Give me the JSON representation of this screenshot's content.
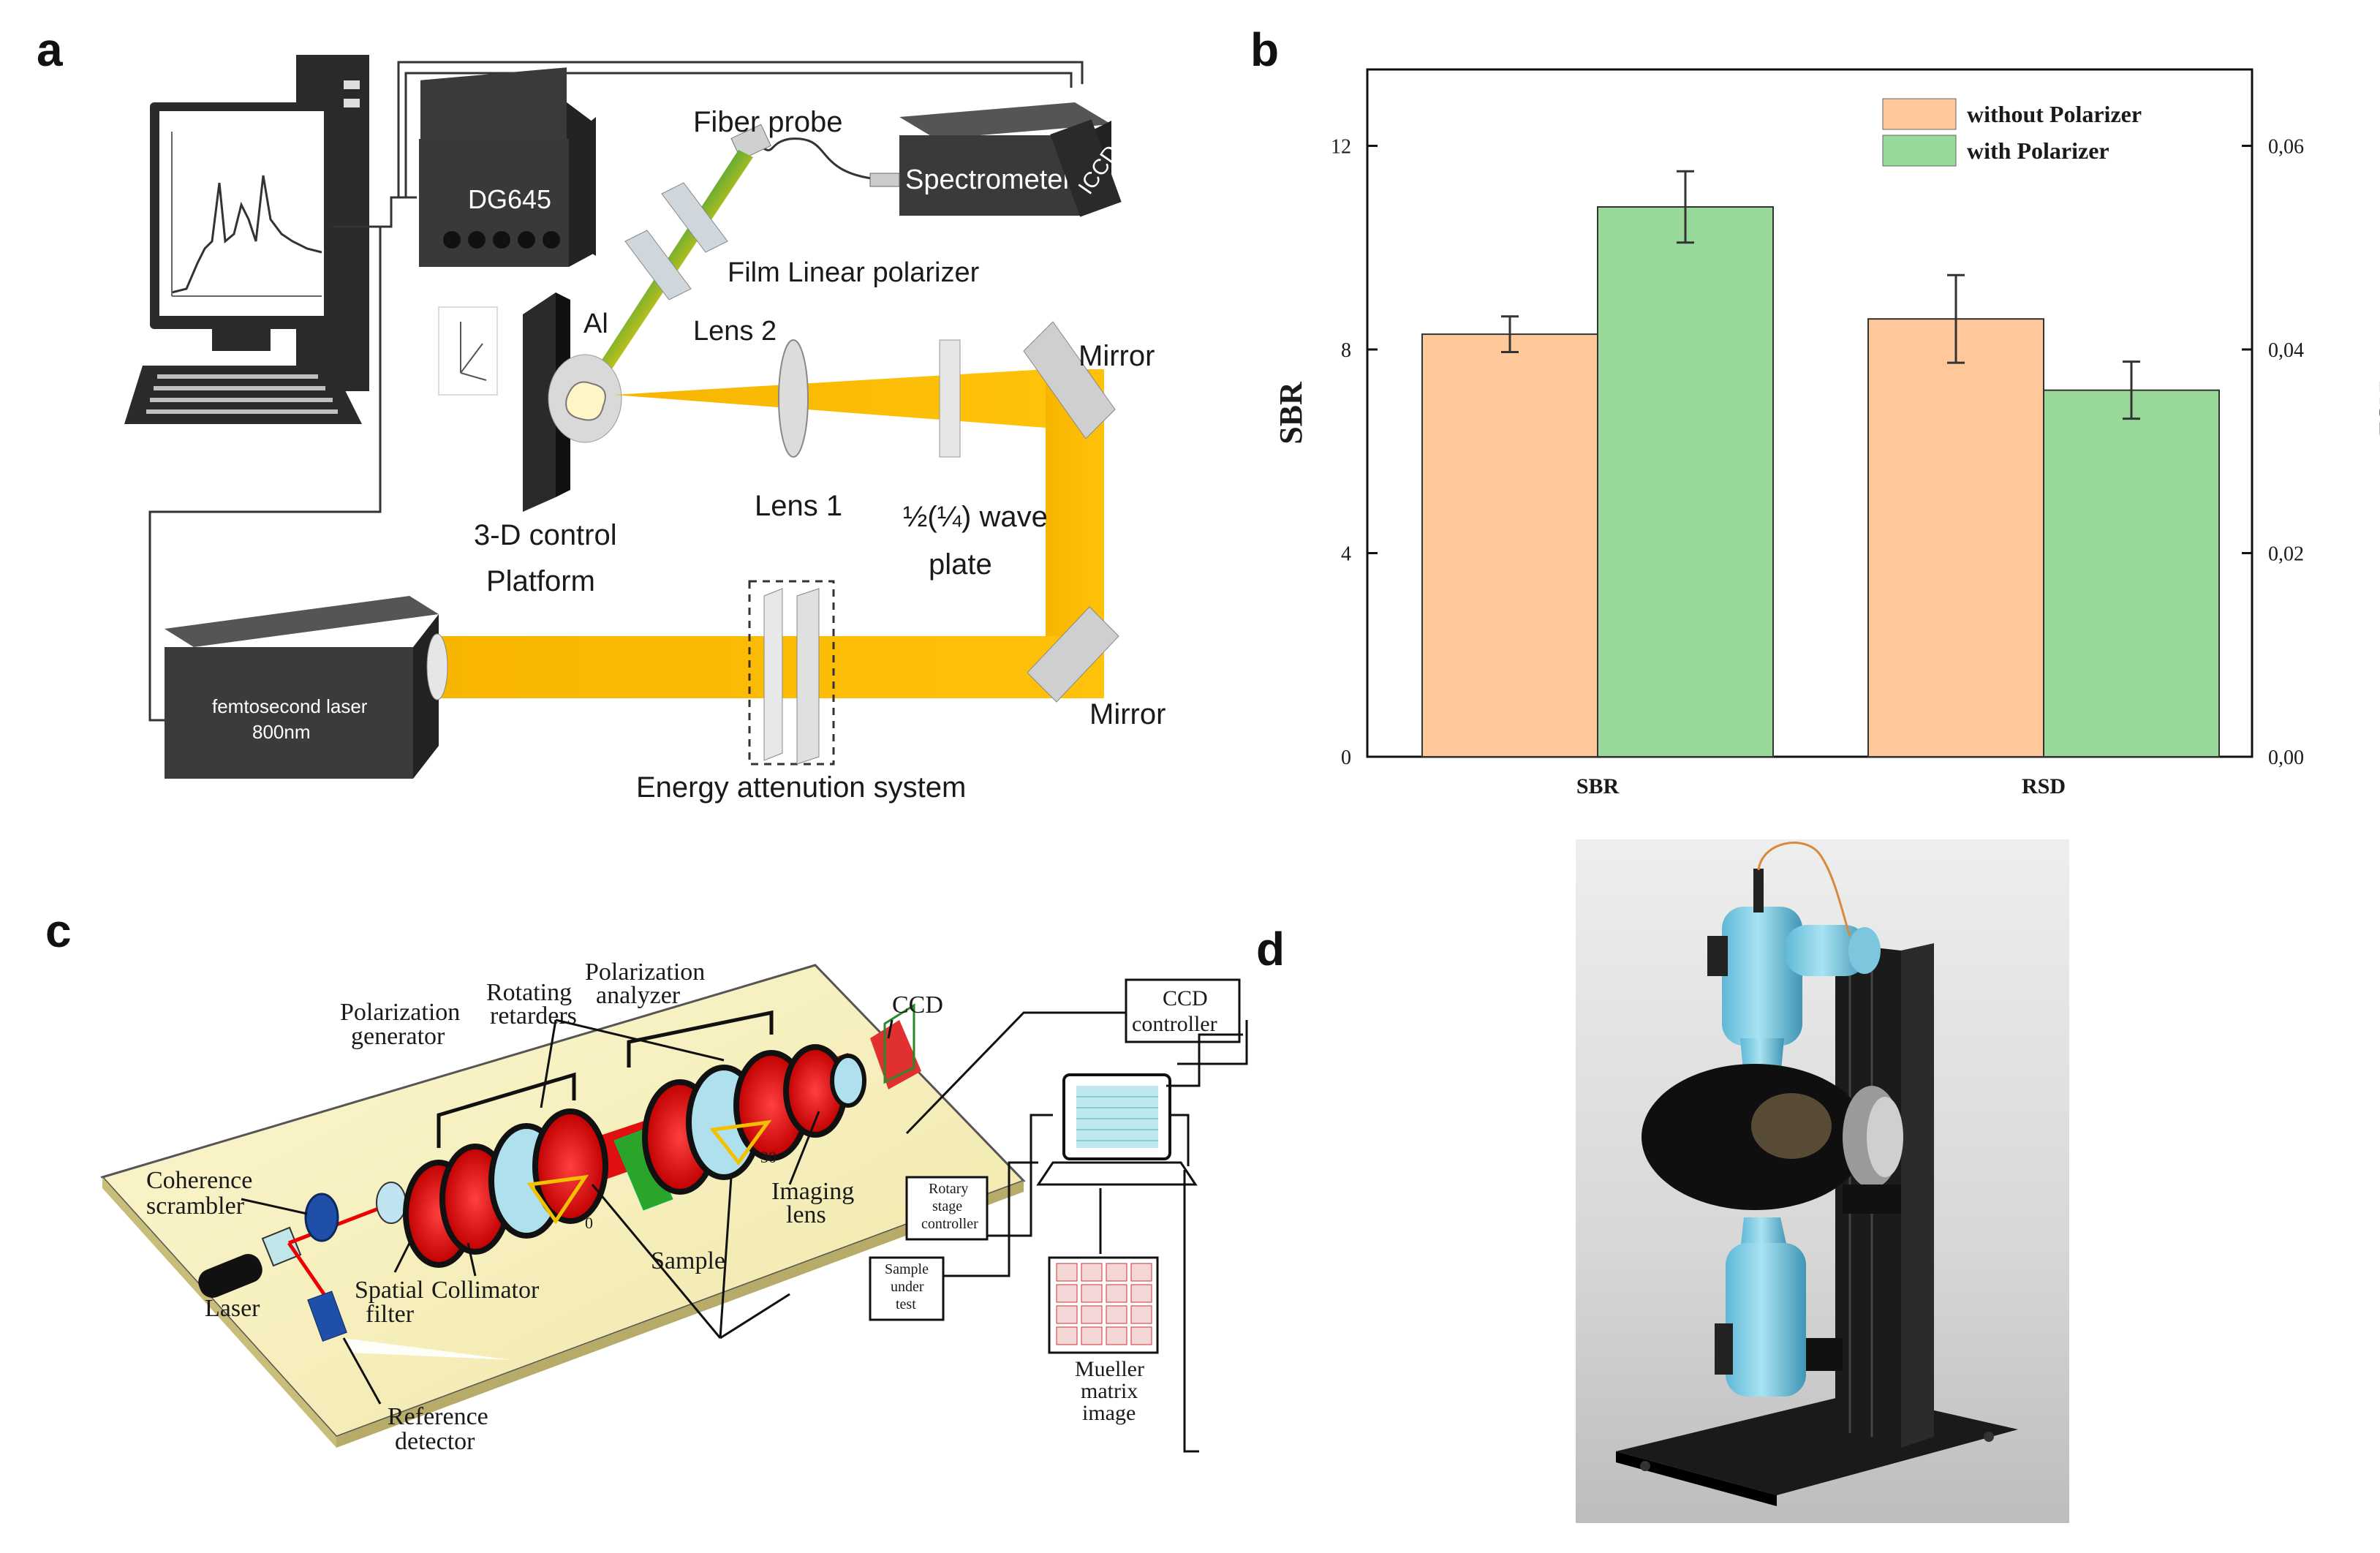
{
  "panels": {
    "a": {
      "letter": "a",
      "labels": {
        "fiber_probe": "Fiber probe",
        "dg645": "DG645",
        "spectrometer": "Spectrometer",
        "iccd": "ICCD",
        "film_polarizer": "Film Linear polarizer",
        "al": "Al",
        "lens2": "Lens 2",
        "mirror_top": "Mirror",
        "lens1": "Lens 1",
        "wave_plate_1": "½(¼) wave",
        "wave_plate_2": "plate",
        "platform_1": "3-D control",
        "platform_2": "Platform",
        "laser_1": "femtosecond laser",
        "laser_2": "800nm",
        "mirror_bottom": "Mirror",
        "energy": "Energy attenution system"
      },
      "colors": {
        "beam": "#F7B500",
        "box": "#3a3a3a",
        "box_dark": "#222222"
      }
    },
    "b": {
      "letter": "b",
      "ylabel_left": "SBR",
      "ylabel_right": "RSD",
      "legend": [
        "without Polarizer",
        "with Polarizer"
      ],
      "colors": {
        "without": "#FFC89A",
        "with": "#98D99A"
      }
    },
    "c": {
      "letter": "c",
      "labels": {
        "polarization_analyzer": [
          "Polarization",
          "analyzer"
        ],
        "rotating_retarders": [
          "Rotating",
          "retarders"
        ],
        "polarization_generator": [
          "Polarization",
          "generator"
        ],
        "ccd": "CCD",
        "ccd_controller": [
          "CCD",
          "controller"
        ],
        "coherence_scrambler": [
          "Coherence",
          "scrambler"
        ],
        "imaging_lens": [
          "Imaging",
          "lens"
        ],
        "rotary_stage": [
          "Rotary",
          "stage",
          "controller"
        ],
        "sample": "Sample",
        "sample_under_test": [
          "Sample",
          "under",
          "test"
        ],
        "collimator": "Collimator",
        "spatial_filter": [
          "Spatial",
          "filter"
        ],
        "laser": "Laser",
        "reference_detector": [
          "Reference",
          "detector"
        ],
        "mueller": [
          "Mueller",
          "matrix",
          "image"
        ],
        "angle_0": "0",
        "angle_30": "30"
      }
    },
    "d": {
      "letter": "d"
    }
  },
  "chart_data": {
    "type": "bar",
    "categories": [
      "SBR",
      "RSD"
    ],
    "series": [
      {
        "name": "without Polarizer",
        "values": [
          8.3,
          0.043
        ],
        "errors": [
          0.35,
          0.0043
        ]
      },
      {
        "name": "with Polarizer",
        "values": [
          10.8,
          0.036
        ],
        "errors": [
          0.7,
          0.0028
        ]
      }
    ],
    "ylabel": "SBR",
    "y2label": "RSD",
    "ylim": [
      0,
      13.5
    ],
    "y2lim": [
      0,
      0.0675
    ],
    "yticks": [
      "0",
      "4",
      "8",
      "12"
    ],
    "y2ticks": [
      "0,00",
      "0,02",
      "0,04",
      "0,06"
    ],
    "legend_position": "top-right",
    "grid": false
  }
}
